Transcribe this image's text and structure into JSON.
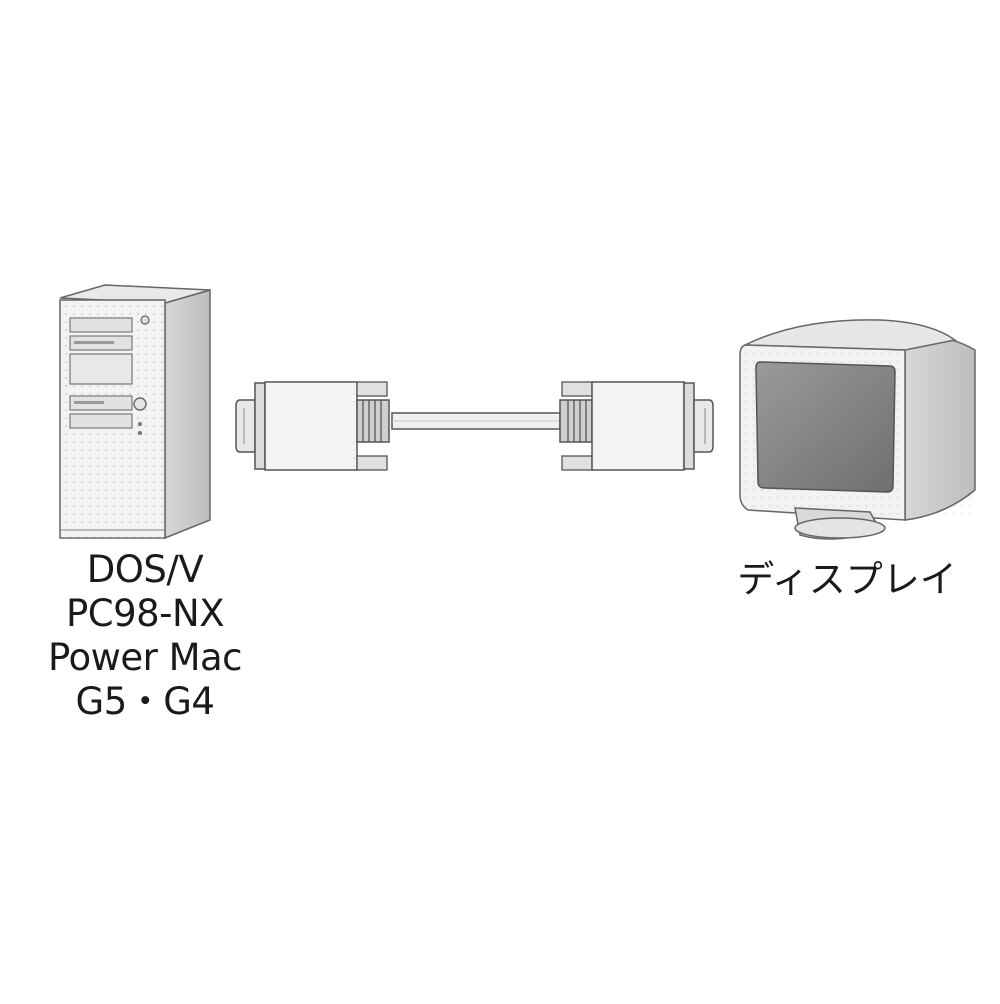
{
  "left_device": {
    "labels": [
      "DOS/V",
      "PC98-NX",
      "Power Mac",
      "G5・G4"
    ],
    "icon": "tower-pc-icon"
  },
  "cable": {
    "icon": "vga-cable-icon"
  },
  "right_device": {
    "label": "ディスプレイ",
    "icon": "crt-monitor-icon"
  },
  "colors": {
    "outline": "#555555",
    "body_light": "#f4f4f4",
    "body_mid": "#dcdcdc",
    "body_dark": "#b8b8b8",
    "screen": "#8a8a8a",
    "text": "#1a1a1a"
  }
}
